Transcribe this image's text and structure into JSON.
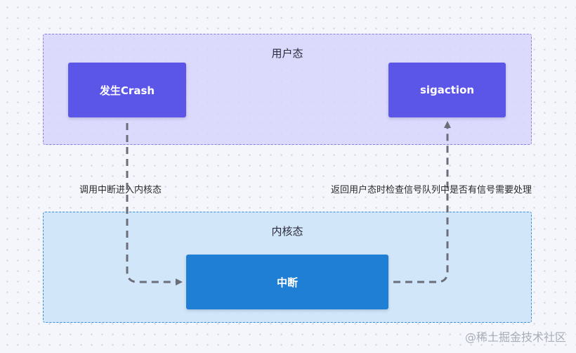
{
  "regions": {
    "user_mode": {
      "title": "用户态"
    },
    "kernel_mode": {
      "title": "内核态"
    }
  },
  "nodes": {
    "crash": "发生Crash",
    "sigaction": "sigaction",
    "interrupt": "中断"
  },
  "edges": {
    "crash_to_interrupt": "调用中断进入内核态",
    "interrupt_to_sigaction": "返回用户态时检查信号队列中是否有信号需要处理"
  },
  "watermark": "@稀土掘金技术社区",
  "colors": {
    "user_region_fill": "#d6d4fc",
    "kernel_region_fill": "#cde4f8",
    "user_node": "#5b55e8",
    "kernel_node": "#1e7fd4",
    "connector": "#6b6e78"
  }
}
